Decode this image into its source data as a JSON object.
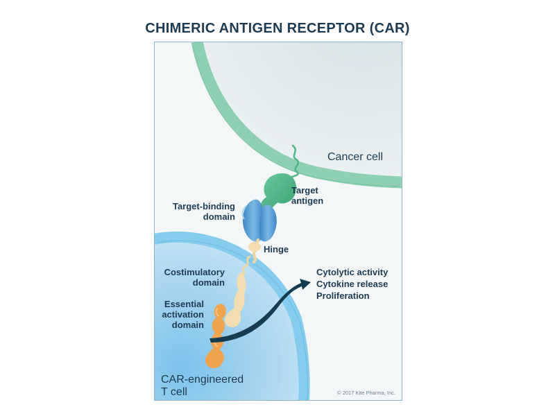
{
  "title": "CHIMERIC ANTIGEN RECEPTOR (CAR)",
  "labels": {
    "cancer_cell": "Cancer cell",
    "target_antigen": [
      "Target",
      "antigen"
    ],
    "target_binding_domain": [
      "Target-binding",
      "domain"
    ],
    "hinge": "Hinge",
    "costimulatory_domain": [
      "Costimulatory",
      "domain"
    ],
    "essential_activation_domain": [
      "Essential",
      "activation",
      "domain"
    ],
    "t_cell": [
      "CAR-engineered",
      "T cell"
    ]
  },
  "outcomes": [
    "Cytolytic activity",
    "Cytokine release",
    "Proliferation"
  ],
  "copyright": "© 2017 Kite Pharma, Inc.",
  "colors": {
    "title": "#1d3b52",
    "cancer_membrane": "#8fcfb4",
    "t_cell_membrane": "#86ccec",
    "antigen": "#4fb488",
    "binding_domain": "#4f96cf",
    "hinge": "#f3dcb0",
    "activation": "#f0a34e",
    "arrow": "#163c52"
  }
}
